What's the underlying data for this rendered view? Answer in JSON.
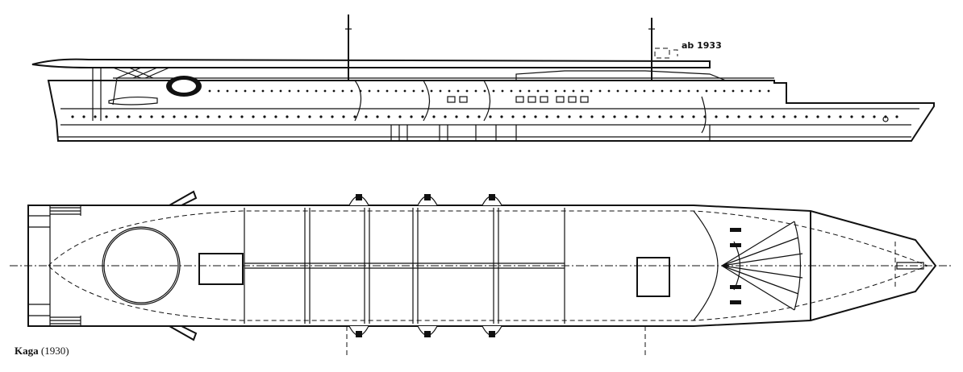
{
  "annotation": "ab 1933",
  "caption": {
    "ship_name": "Kaga",
    "year": "(1930)"
  }
}
